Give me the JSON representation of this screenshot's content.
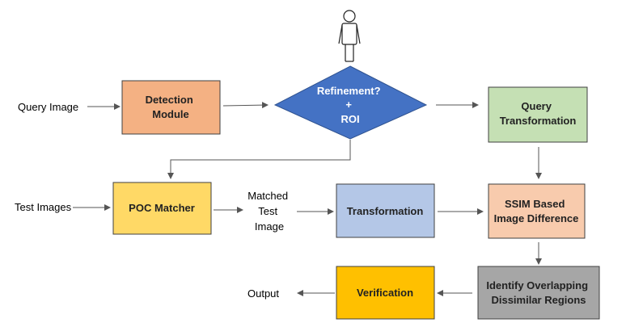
{
  "inputs": {
    "query_image": "Query Image",
    "test_images": "Test Images",
    "matched_test_image": [
      "Matched",
      "Test",
      "Image"
    ],
    "output": "Output"
  },
  "nodes": {
    "detection": [
      "Detection",
      "Module"
    ],
    "refinement": [
      "Refinement?",
      "+",
      "ROI"
    ],
    "query_transformation": [
      "Query",
      "Transformation"
    ],
    "poc_matcher": [
      "POC Matcher"
    ],
    "transformation": [
      "Transformation"
    ],
    "ssim": [
      "SSIM Based",
      "Image Difference"
    ],
    "identify": [
      "Identify Overlapping",
      "Dissimilar Regions"
    ],
    "verification": [
      "Verification"
    ]
  },
  "colors": {
    "detection": "#f4b183",
    "refinement": "#4472c4",
    "query_transformation": "#c5e0b4",
    "poc_matcher": "#ffd966",
    "transformation": "#b4c7e7",
    "ssim": "#f8cbad",
    "identify": "#a6a6a6",
    "verification": "#ffc000",
    "border": "#404040"
  },
  "icons": {
    "user": "person-icon"
  }
}
